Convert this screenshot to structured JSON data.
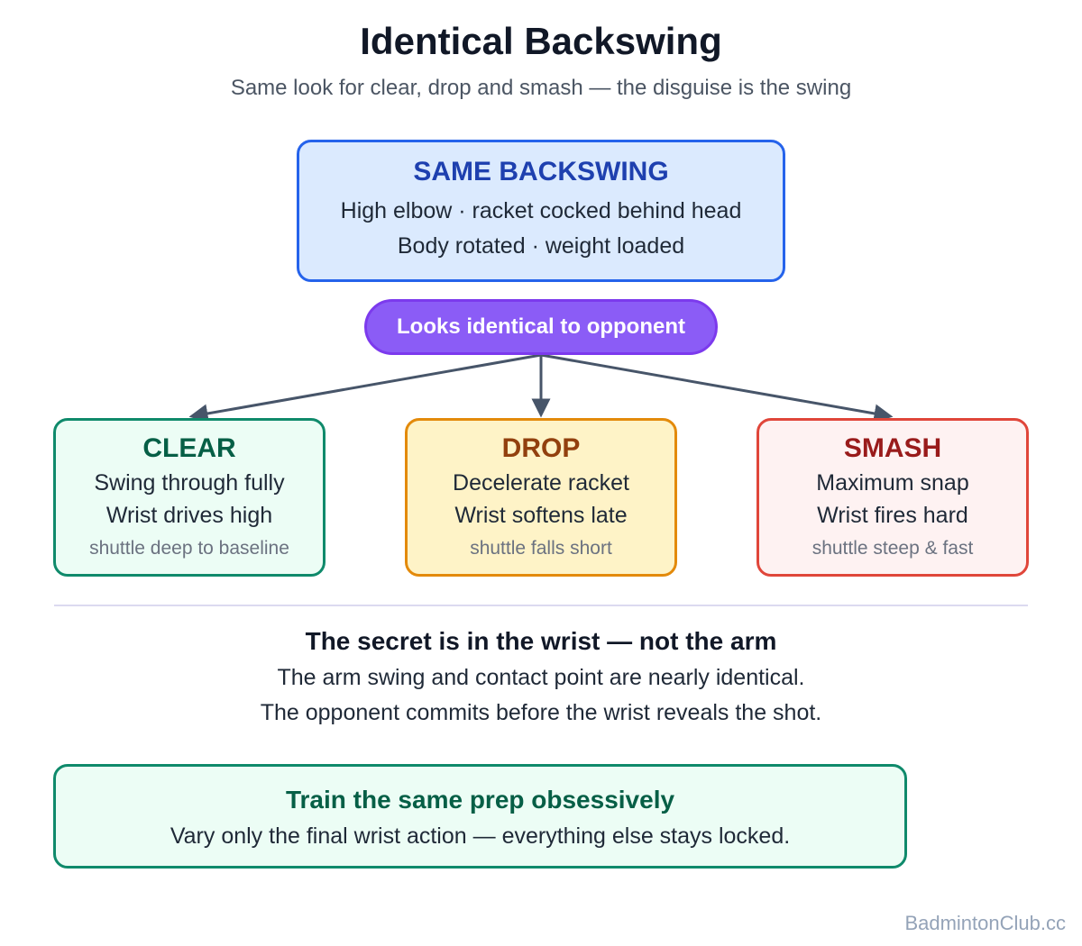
{
  "title": "Identical Backswing",
  "subtitle": "Same look for clear, drop and smash — the disguise is the swing",
  "top_box": {
    "heading": "SAME BACKSWING",
    "line1": "High elbow · racket cocked behind head",
    "line2": "Body rotated · weight loaded"
  },
  "pill": "Looks identical to opponent",
  "shots": [
    {
      "heading": "CLEAR",
      "line1": "Swing through fully",
      "line2": "Wrist drives high",
      "note": "shuttle deep to baseline"
    },
    {
      "heading": "DROP",
      "line1": "Decelerate racket",
      "line2": "Wrist softens late",
      "note": "shuttle falls short"
    },
    {
      "heading": "SMASH",
      "line1": "Maximum snap",
      "line2": "Wrist fires hard",
      "note": "shuttle steep & fast"
    }
  ],
  "secret": {
    "heading": "The secret is in the wrist — not the arm",
    "line1": "The arm swing and contact point are nearly identical.",
    "line2": "The opponent commits before the wrist reveals the shot."
  },
  "train": {
    "heading": "Train the same prep obsessively",
    "line1": "Vary only the final wrist action — everything else stays locked."
  },
  "footer": "BadmintonClub.cc",
  "colors": {
    "blue": "#2563eb",
    "purple": "#8b5cf6",
    "green": "#0f8a6b",
    "orange": "#e38a0b",
    "red": "#e0463a",
    "arrow": "#475569"
  }
}
